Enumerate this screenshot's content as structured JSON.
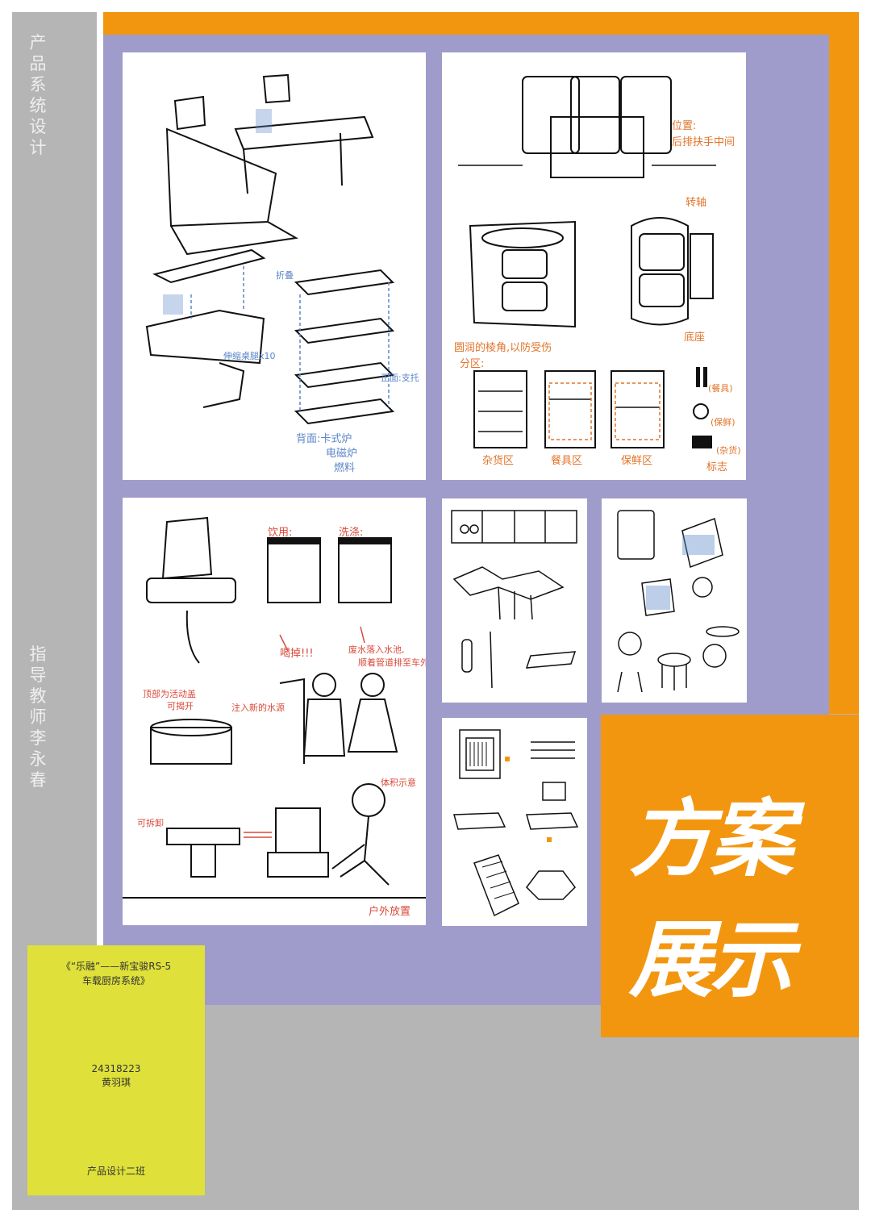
{
  "sidebar": {
    "course_title": "产品系统设计",
    "advisor": "指导教师李永春"
  },
  "project": {
    "title_line1": "《“乐融”——新宝骏RS-5",
    "title_line2": "车载厨房系统》",
    "student_id": "24318223",
    "student_name": "黄羽琪",
    "class_name": "产品设计二班"
  },
  "banner": {
    "line1": "方案",
    "line2": "展示"
  },
  "sheet1": {
    "labels": [
      "折叠",
      "伸缩桌腿x10",
      "正面:支托",
      "背面:卡式炉",
      "电磁炉",
      "燃料"
    ]
  },
  "sheet2": {
    "position_label": "位置:",
    "position_value": "后排扶手中间",
    "rotate_label": "转轴",
    "side_label": "底座",
    "corner_note": "圆润的棱角,以防受伤",
    "zone_label": "分区:",
    "zones": [
      "杂货区",
      "餐具区",
      "保鲜区"
    ],
    "icon_labels": [
      "(餐具)",
      "(保鲜)",
      "(杂货)"
    ],
    "mark_label": "标志"
  },
  "sheet3": {
    "drink_label": "饮用:",
    "wash_label": "洗涤:",
    "drink_note": "喝掉!!!",
    "wash_note_line1": "废水落入水池,",
    "wash_note_line2": "顺着管道排至车外",
    "top_note_line1": "顶部为活动盖",
    "top_note_line2": "可揭开",
    "fill_note": "注入新的水源",
    "detach_note": "可拆卸",
    "size_note": "体积示意",
    "outdoor_note": "户外放置"
  }
}
